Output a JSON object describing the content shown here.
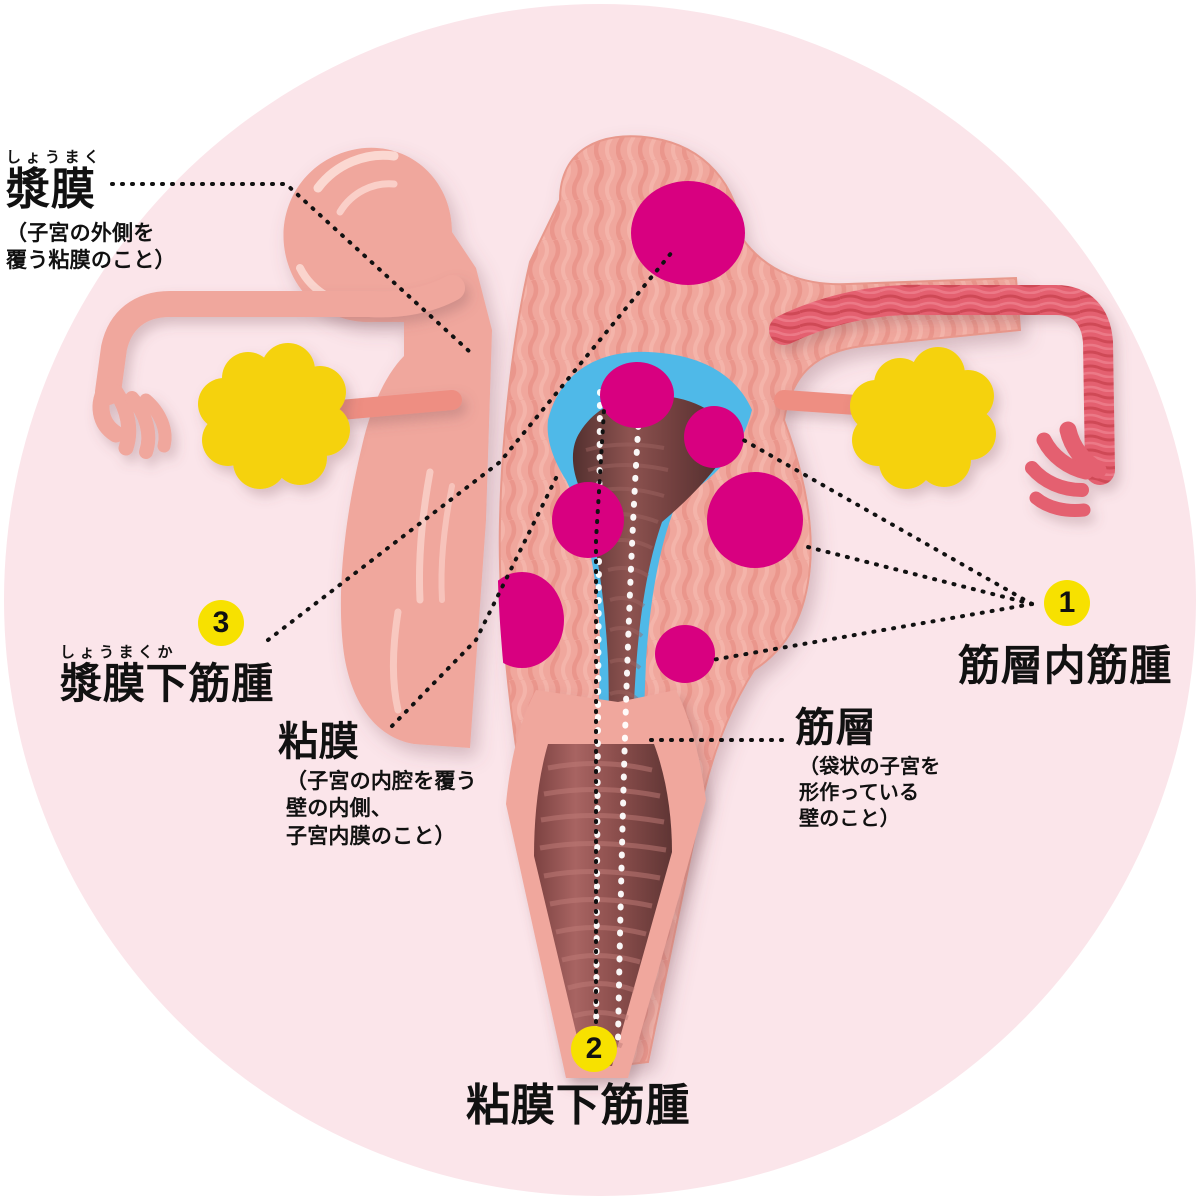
{
  "figure": {
    "title_semantic": "uterine-fibroid-types-diagram",
    "background_circle_color": "#FBE5EA",
    "badge_color": "#F7E100",
    "fibroid_color": "#D80080",
    "myometrium_color": "#F0A79D",
    "endometrium_color": "#4FB9E8",
    "cavity_color": "#6E3C3C",
    "ovary_color": "#F5D211",
    "tube_cut_color": "#E0596A"
  },
  "labels": {
    "serosa": {
      "furigana": "しょうまく",
      "title": "漿膜",
      "description": "（子宮の外側を\n覆う粘膜のこと）"
    },
    "subserosal_fibroid": {
      "badge": "3",
      "furigana": "しょうまくか",
      "title": "漿膜下筋腫"
    },
    "mucosa": {
      "title": "粘膜",
      "description": "（子宮の内腔を覆う\n壁の内側、\n子宮内膜のこと）"
    },
    "myometrium": {
      "title": "筋層",
      "description": "（袋状の子宮を\n形作っている\n壁のこと）"
    },
    "intramural_fibroid": {
      "badge": "1",
      "title": "筋層内筋腫"
    },
    "submucosal_fibroid": {
      "badge": "2",
      "title": "粘膜下筋腫"
    }
  },
  "anatomy": {
    "parts": [
      "uterus-serosal-view",
      "uterus-cutaway-view",
      "left-fallopian-tube",
      "right-fallopian-tube",
      "left-ovary",
      "right-ovary",
      "endometrium",
      "uterine-cavity",
      "cervix",
      "vaginal-canal"
    ],
    "fibroids": [
      {
        "id": "fibroid-fundal-subserosal",
        "type": "subserosal"
      },
      {
        "id": "fibroid-submucosal-upper",
        "type": "submucosal"
      },
      {
        "id": "fibroid-submucosal-lower",
        "type": "submucosal"
      },
      {
        "id": "fibroid-intramural-small",
        "type": "intramural"
      },
      {
        "id": "fibroid-intramural-large",
        "type": "intramural"
      },
      {
        "id": "fibroid-intramural-lower",
        "type": "intramural"
      },
      {
        "id": "fibroid-wall-left-clipped",
        "type": "intramural"
      }
    ]
  }
}
